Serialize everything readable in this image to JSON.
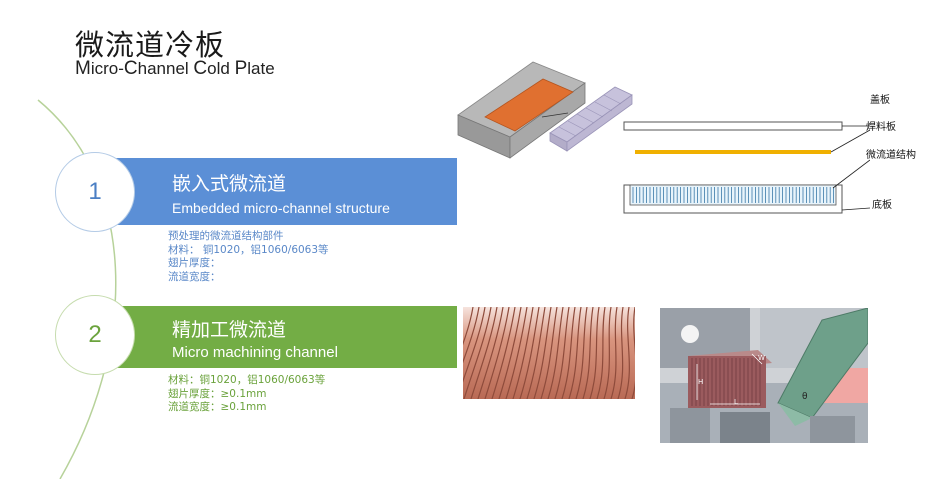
{
  "title": {
    "cn": "微流道冷板",
    "en_parts": [
      "M",
      "icro-",
      "C",
      "hannel ",
      "C",
      "old ",
      "P",
      "late"
    ]
  },
  "items": [
    {
      "number": "1",
      "title_cn": "嵌入式微流道",
      "title_en": "Embedded micro-channel structure",
      "details": [
        "预处理的微流道结构部件",
        "材料：  铜1020，铝1060/6063等",
        "翅片厚度：",
        "流道宽度："
      ]
    },
    {
      "number": "2",
      "title_cn": "精加工微流道",
      "title_en": "Micro machining channel",
      "details": [
        "材料：铜1020，铝1060/6063等",
        "翅片厚度：≥0.1mm",
        "流道宽度：≥0.1mm"
      ]
    }
  ],
  "diagram_labels": {
    "cover": "盖板",
    "solder": "焊料板",
    "structure": "微流道结构",
    "base": "底板"
  },
  "machining_labels": {
    "w": "W",
    "h": "H",
    "l": "L",
    "theta": "θ"
  },
  "colors": {
    "blue_band": "#5b8fd6",
    "green_band": "#73ad45",
    "solder": "#f0b000",
    "copper": "#e07030"
  }
}
